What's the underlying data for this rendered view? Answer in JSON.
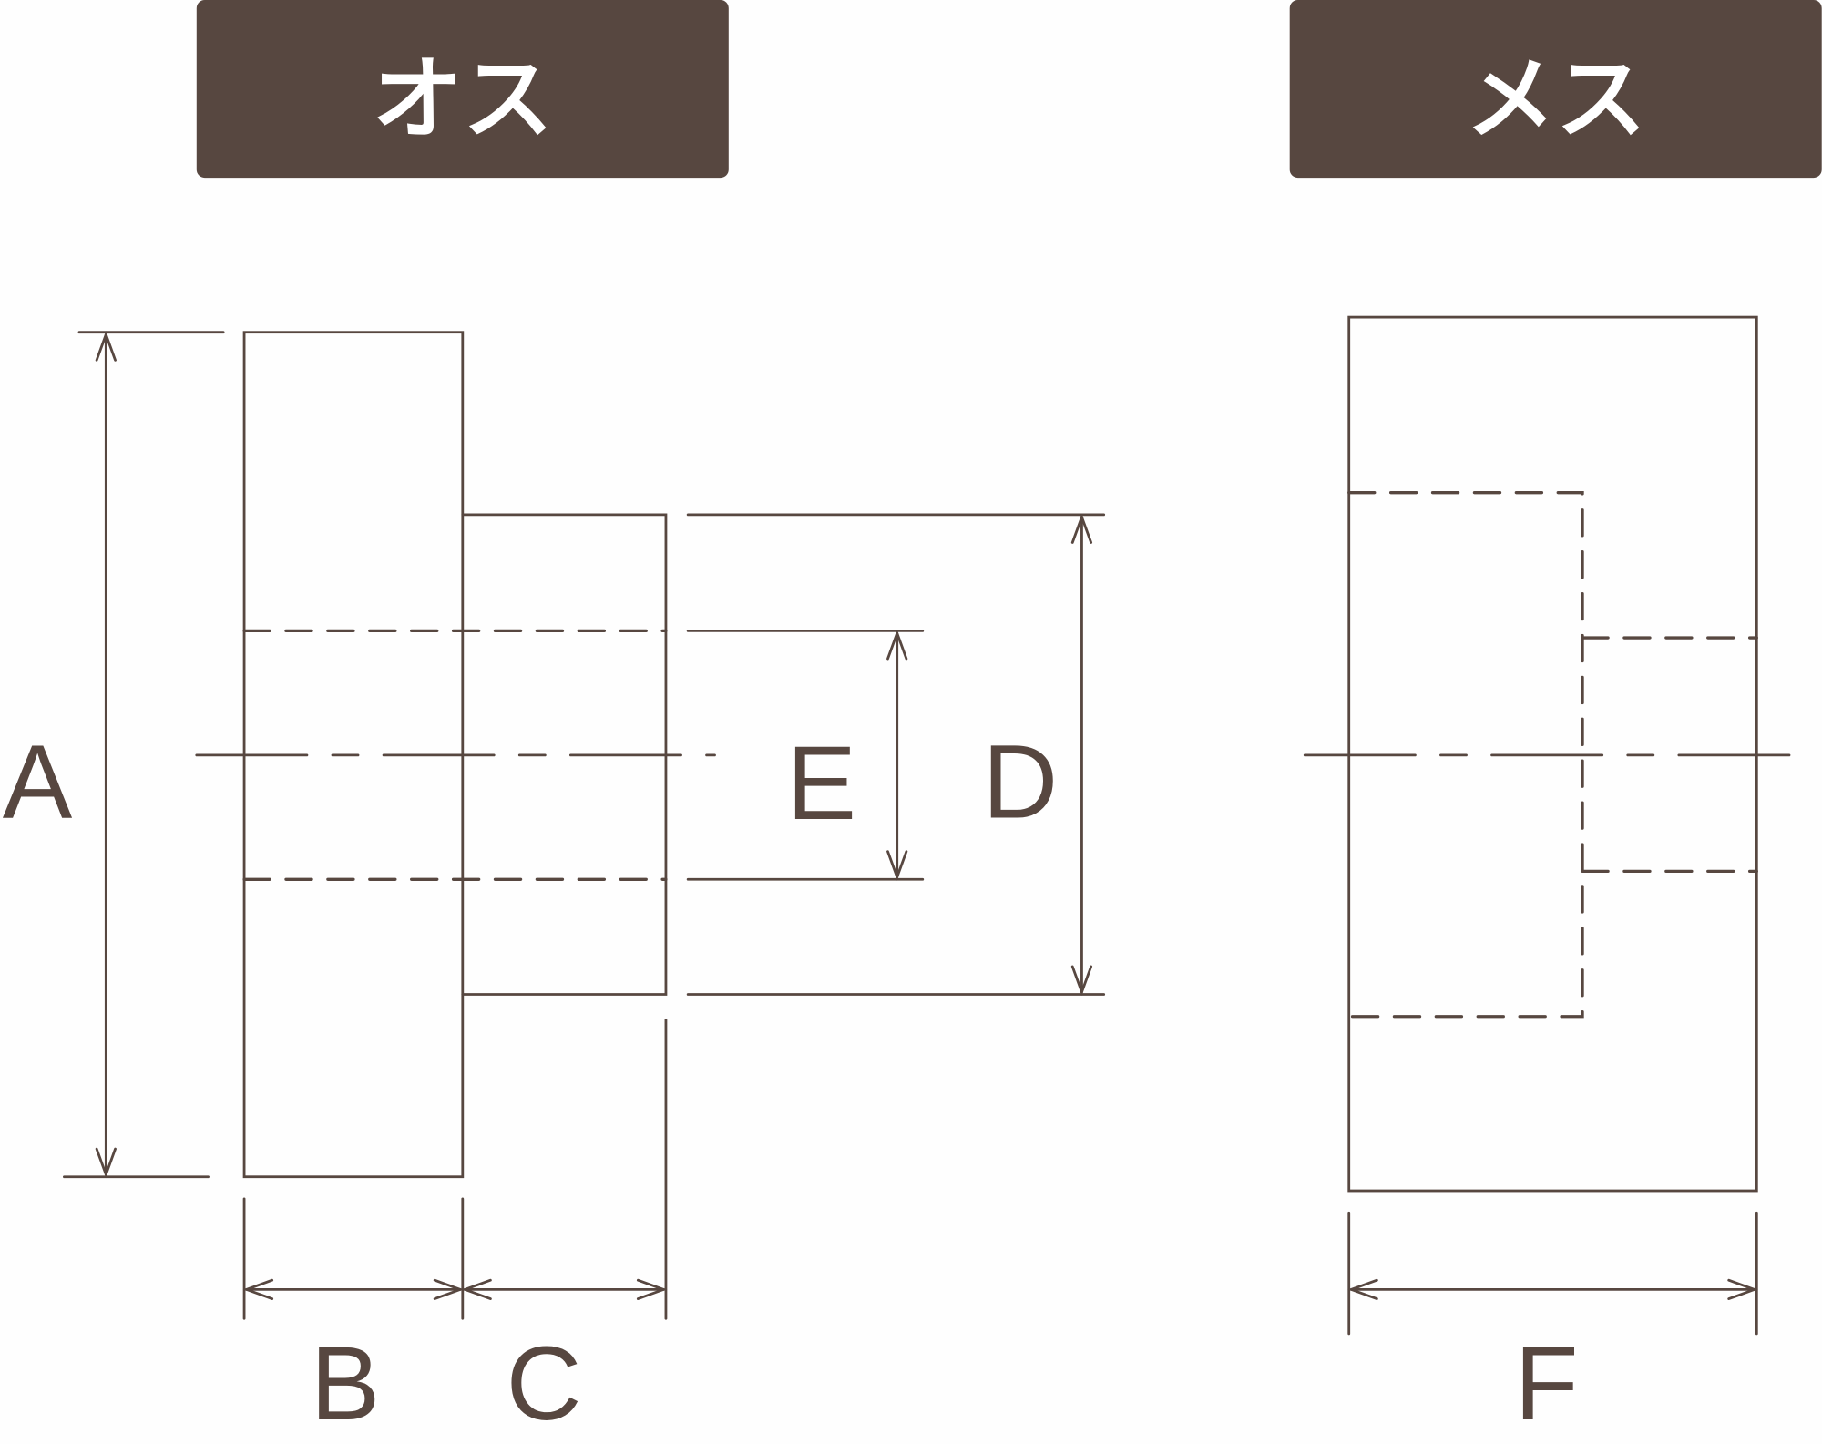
{
  "headers": {
    "male": "オス",
    "female": "メス"
  },
  "dimensions": {
    "A": "A",
    "B": "B",
    "C": "C",
    "D": "D",
    "E": "E",
    "F": "F"
  },
  "colors": {
    "line": "#574740",
    "header_bg": "#574740",
    "header_text": "#ffffff",
    "background": "#fefefe"
  }
}
